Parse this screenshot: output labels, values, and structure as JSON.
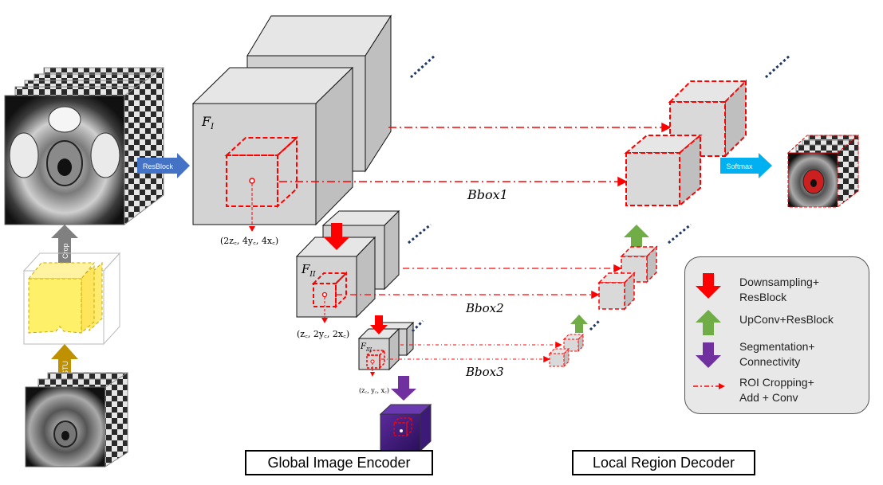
{
  "steps": {
    "resblock": "ResBlock",
    "softmax": "Softmax",
    "crop": "Crop",
    "ostu": "OSTU"
  },
  "features": {
    "f1": "F",
    "f1_sub": "I",
    "f2": "F",
    "f2_sub": "II",
    "f3": "F",
    "f3_sub": "III"
  },
  "coords": {
    "c1": "(2z꜀, 4y꜀, 4x꜀)",
    "c2": "(z꜀, 2y꜀, 2x꜀)",
    "c3": "(z꜀, y꜀, x꜀)"
  },
  "bboxes": {
    "b1": "Bbox1",
    "b2": "Bbox2",
    "b3": "Bbox3"
  },
  "sections": {
    "encoder": "Global Image Encoder",
    "decoder": "Local Region Decoder"
  },
  "legend": {
    "items": [
      {
        "label": "Downsampling+\nResBlock",
        "icon": "red-down-arrow-icon",
        "color": "#ff0000"
      },
      {
        "label": "UpConv+ResBlock",
        "icon": "green-up-arrow-icon",
        "color": "#70ad47"
      },
      {
        "label": "Segmentation+\nConnectivity",
        "icon": "purple-down-arrow-icon",
        "color": "#7030a0"
      },
      {
        "label": "ROI Cropping+\nAdd + Conv",
        "icon": "dash-dot-arrow-icon",
        "color": "#ff0000"
      }
    ]
  },
  "colors": {
    "cube_face": "#d9d9d9",
    "roi": "#ff0000",
    "resblock_arrow": "#4472c4",
    "softmax_arrow": "#00b0f0",
    "crop_arrow": "#808080",
    "ostu_arrow": "#bf9000"
  }
}
